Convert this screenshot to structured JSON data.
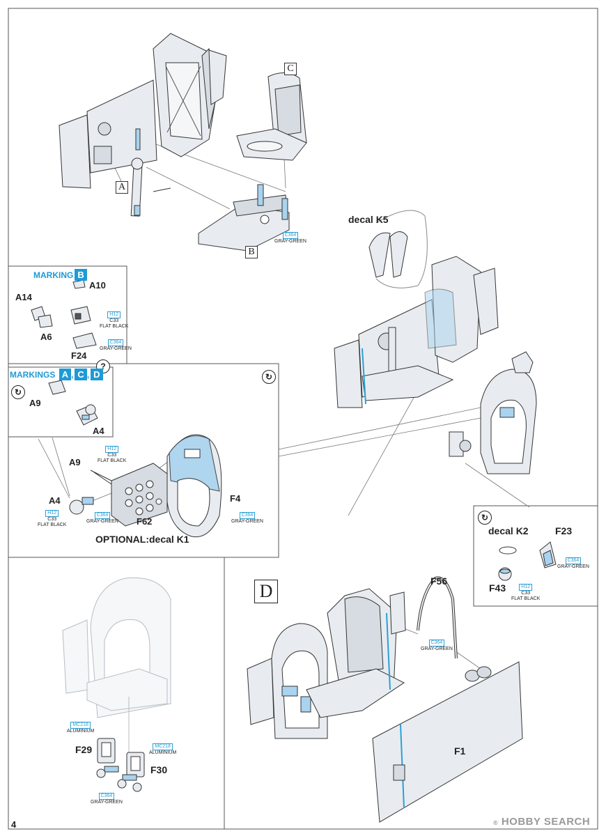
{
  "page_number": "4",
  "watermark": {
    "brand": "HOBBY SEARCH",
    "trademark": "®"
  },
  "step_boxes": {
    "a": "A",
    "b": "B",
    "c": "C",
    "d": "D"
  },
  "parts": {
    "a10": "A10",
    "a14": "A14",
    "a6": "A6",
    "f24": "F24",
    "a9_top": "A9",
    "a4_top": "A4",
    "a9_mid": "A9",
    "a4_mid": "A4",
    "f62": "F62",
    "f4": "F4",
    "f23": "F23",
    "f43": "F43",
    "f56": "F56",
    "f1": "F1",
    "f29": "F29",
    "f30": "F30"
  },
  "decals": {
    "k5": "decal K5",
    "k2": "decal K2",
    "k1_optional": "OPTIONAL:decal K1"
  },
  "markings": {
    "b_label": "MARKING",
    "b_letter": "B",
    "acd_label": "MARKINGS",
    "acd_letters": [
      "A",
      "C",
      "D"
    ],
    "acd_sep": ","
  },
  "symbols": {
    "question": "?",
    "flip": "↻"
  },
  "paints": {
    "c364": {
      "code": "C364",
      "name": "GRAY-GREEN"
    },
    "h12": {
      "code": "H12",
      "code2": "C33",
      "name": "FLAT BLACK"
    },
    "mc218": {
      "code": "MC218",
      "name": "ALUMINIUM"
    }
  },
  "colors": {
    "accent": "#1e9ad6",
    "part_fill": "#e8ecf0",
    "highlight": "#a9d3ef",
    "ghost": "#c9ced3"
  }
}
